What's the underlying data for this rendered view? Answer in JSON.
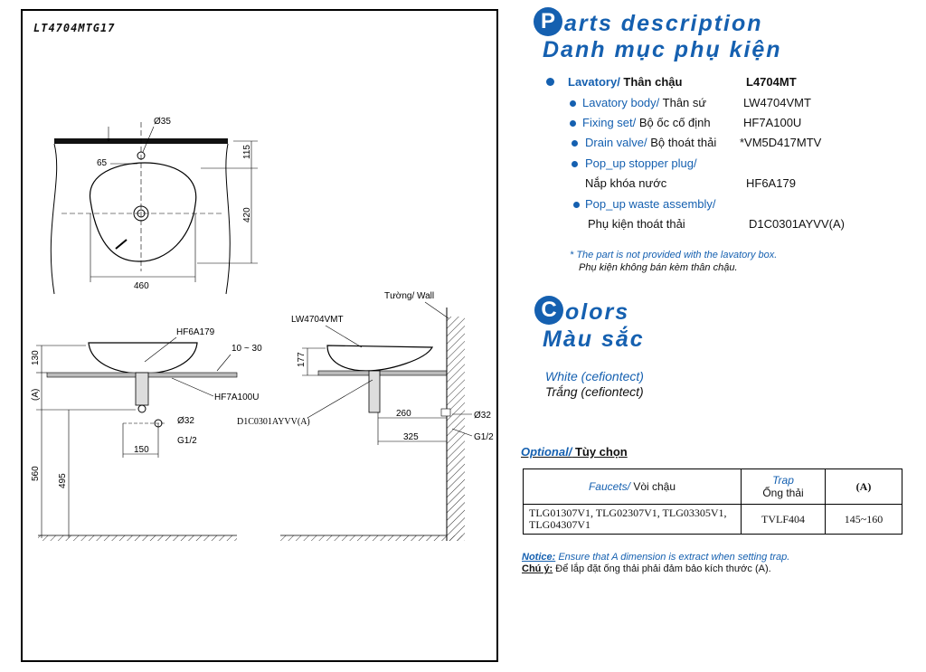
{
  "drawing": {
    "model_code": "LT4704MTG17",
    "labels": {
      "d35": "Ø35",
      "d65": "65",
      "d115": "115",
      "d420": "420",
      "d460": "460",
      "hf6a179": "HF6A179",
      "d10_30": "10 ~ 30",
      "d130": "130",
      "a": "(A)",
      "hf7a100u": "HF7A100U",
      "d32": "Ø32",
      "g12": "G1/2",
      "d150": "150",
      "d560": "560",
      "d495": "495",
      "lw4704vmt": "LW4704VMT",
      "wall": "Tường/ Wall",
      "d177": "177",
      "d1c": "D1C0301AYVV(A)",
      "d260": "260",
      "d32b": "Ø32",
      "d325": "325",
      "g12b": "G1/2"
    }
  },
  "parts": {
    "heading_cap": "P",
    "heading_rest": "arts description",
    "heading_vi": "Danh mục phụ kiện",
    "main": {
      "label_en": "Lavatory/",
      "label_vi": " Thân chậu",
      "code": "L4704MT"
    },
    "items": [
      {
        "label_en": "Lavatory body/",
        "label_vi": " Thân sứ",
        "code": "LW4704VMT"
      },
      {
        "label_en": "Fixing set/",
        "label_vi": " Bộ ốc cố định",
        "code": "HF7A100U"
      },
      {
        "label_en": "Drain valve/",
        "label_vi": " Bộ thoát thải",
        "code": "*VM5D417MTV"
      },
      {
        "label_en": "Pop_up stopper plug/",
        "label_vi2": "Nắp khóa nước",
        "code": "HF6A179"
      },
      {
        "label_en": "Pop_up waste assembly/",
        "label_vi2": "Phụ kiện thoát thải",
        "code": "D1C0301AYVV(A)"
      }
    ],
    "note_en": "* The part is not provided with  the lavatory box.",
    "note_vi": "Phụ kiện không bán kèm thân chậu."
  },
  "colors": {
    "heading_cap": "C",
    "heading_rest": "olors",
    "heading_vi": "Màu sắc",
    "name_en": "White (cefiontect)",
    "name_vi": "Trắng (cefiontect)"
  },
  "optional": {
    "title_en": "Optional/",
    "title_vi": " Tùy chọn",
    "headers": {
      "faucets_en": "Faucets/",
      "faucets_vi": " Vòi chậu",
      "trap_en": "Trap",
      "trap_vi": "Ống thải",
      "a": "(A)"
    },
    "row": {
      "faucets": "TLG01307V1, TLG02307V1, TLG03305V1, TLG04307V1",
      "trap": "TVLF404",
      "a": "145~160"
    }
  },
  "notice": {
    "label_en": "Notice:",
    "text_en": " Ensure that A dimension is extract when setting trap.",
    "label_vi": "Chú ý:",
    "text_vi": " Để lắp đặt ống thải phải đảm bảo kích thước (A)."
  },
  "theme": {
    "accent": "#1560b0"
  }
}
